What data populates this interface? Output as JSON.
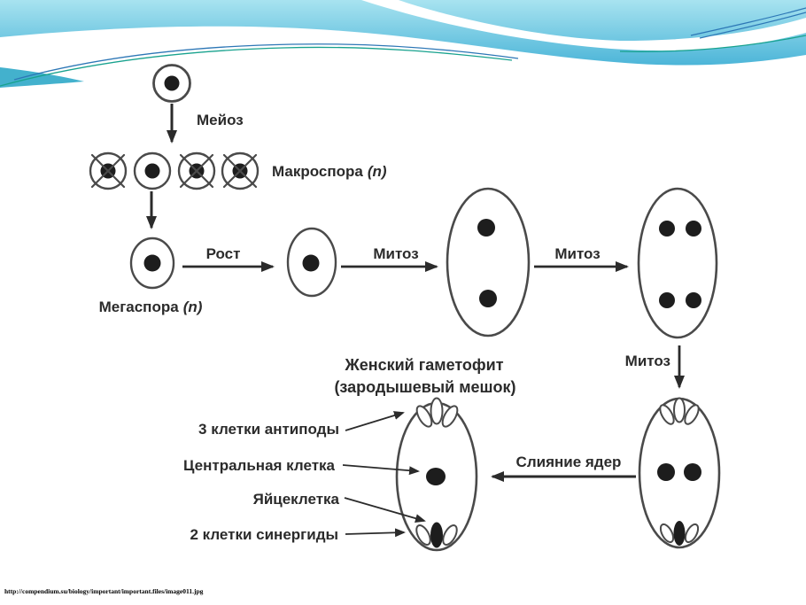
{
  "theme": {
    "background": "#ffffff",
    "wave_gradient_top": "#a8e3f0",
    "wave_gradient_bottom": "#4cb5d8",
    "wave_accent_blue": "#2d77b6",
    "wave_accent_teal": "#18a28e",
    "diagram_ink": "#2b2b2b"
  },
  "footer": {
    "source_url": "http://compendium.su/biology/important/important.files/image011.jpg"
  },
  "diagram": {
    "stage_labels": {
      "meiosis": "Мейоз",
      "macrospore": "Макроспора",
      "megaspore": "Мегаспора",
      "ploidy": "(n)",
      "growth": "Рост",
      "mitosis": "Митоз",
      "nuclear_fusion": "Слияние ядер"
    },
    "gametophyte": {
      "title_line1": "Женский гаметофит",
      "title_line2": "(зародышевый мешок)",
      "antipodal_cells": "3 клетки антиподы",
      "central_cell": "Центральная клетка",
      "egg_cell": "Яйцеклетка",
      "synergid_cells": "2 клетки синергиды"
    },
    "visible_counts": {
      "macrospores_after_meiosis": 4,
      "macrospores_crossed_out": 3,
      "nuclei_after_first_mitosis": 2,
      "nuclei_after_second_mitosis": 4,
      "nuclei_before_fusion": 2
    }
  }
}
